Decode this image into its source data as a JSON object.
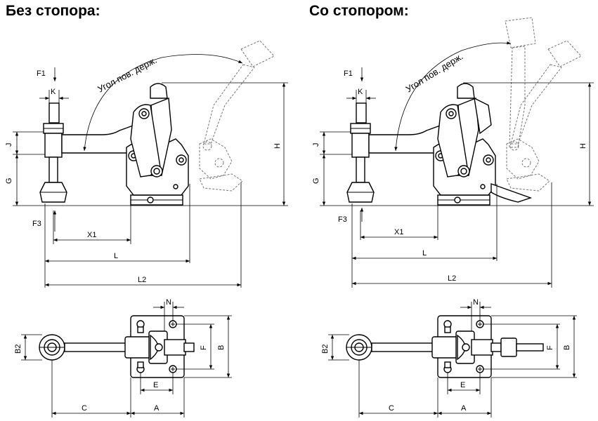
{
  "titles": {
    "left": "Без стопора:",
    "right": "Со стопором:"
  },
  "angle_label": "Угол пов. держ.",
  "dims": {
    "F1": "F1",
    "K": "K",
    "J": "J",
    "G": "G",
    "F3": "F3",
    "X1": "X1",
    "L": "L",
    "L2": "L2",
    "H": "H",
    "N": "N",
    "B2": "B2",
    "F": "F",
    "B": "B",
    "E": "E",
    "C": "C",
    "A": "A"
  },
  "colors": {
    "line": "#000000",
    "ghost": "#777777",
    "background": "#ffffff"
  }
}
